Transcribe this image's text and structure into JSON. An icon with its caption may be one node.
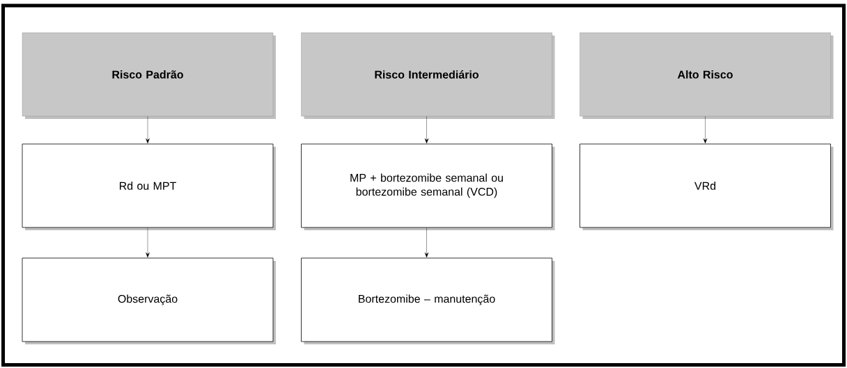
{
  "diagram": {
    "nodes": [
      {
        "text": [
          "Risco Padrão"
        ]
      },
      {
        "text": [
          "Risco Intermediário"
        ]
      },
      {
        "text": [
          "Alto Risco"
        ]
      },
      {
        "text": [
          "Rd ou MPT"
        ]
      },
      {
        "text": [
          "MP + bortezomibe semanal ou bortezomibe semanal (VCD)"
        ]
      },
      {
        "text": [
          "VRd"
        ]
      },
      {
        "text": [
          "Observação"
        ]
      },
      {
        "text": [
          "Bortezomibe – manutenção"
        ]
      }
    ],
    "edges": [
      {
        "from": 0,
        "to": 3,
        "arrow": "to"
      },
      {
        "from": 1,
        "to": 4,
        "arrow": "to"
      },
      {
        "from": 2,
        "to": 5,
        "arrow": "to"
      },
      {
        "from": 3,
        "to": 6,
        "arrow": "to"
      },
      {
        "from": 4,
        "to": 7,
        "arrow": "to"
      }
    ]
  }
}
